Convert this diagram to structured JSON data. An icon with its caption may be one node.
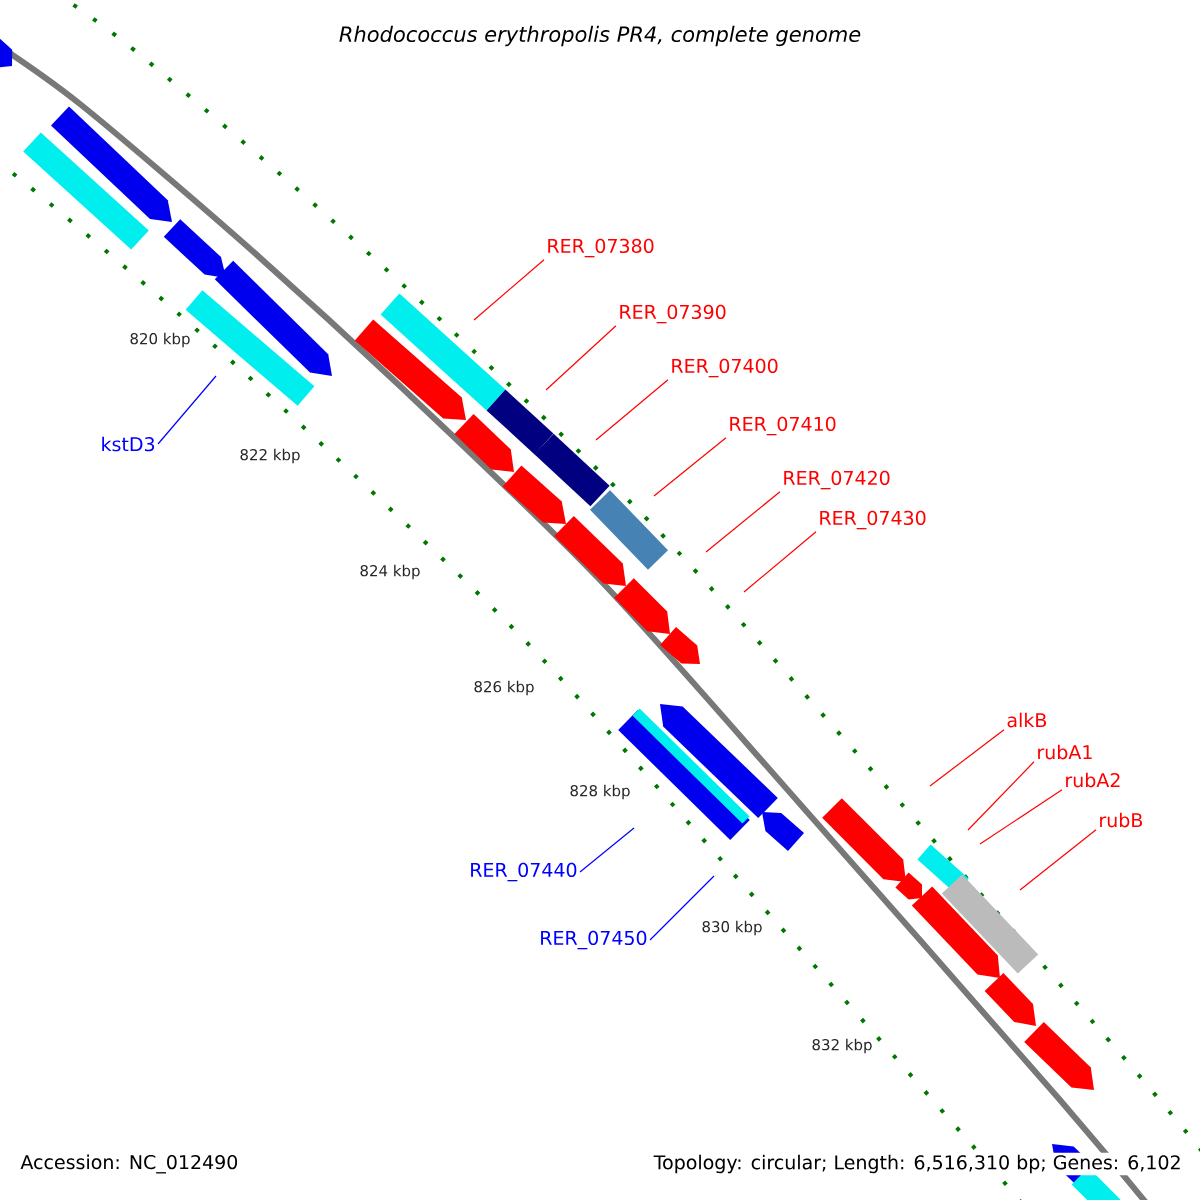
{
  "diagram": {
    "title": "Rhodococcus erythropolis PR4, complete genome",
    "nodes": [
      {
        "text": [
          "RER_07380"
        ]
      },
      {
        "text": [
          "RER_07390"
        ]
      },
      {
        "text": [
          "RER_07400"
        ]
      },
      {
        "text": [
          "RER_07410"
        ]
      },
      {
        "text": [
          "kstD3"
        ]
      },
      {
        "text": [
          "RER_07420"
        ]
      },
      {
        "text": [
          "RER_07430"
        ]
      },
      {
        "text": [
          "alkB"
        ]
      },
      {
        "text": [
          "rubA1"
        ]
      },
      {
        "text": [
          "rubA2"
        ]
      },
      {
        "text": [
          "rubB"
        ]
      },
      {
        "text": [
          "RER_07440"
        ]
      },
      {
        "text": [
          "RER_07450"
        ]
      }
    ],
    "edges": [
      {
        "from": 0,
        "to": null,
        "arrow": "none"
      },
      {
        "from": 1,
        "to": null,
        "arrow": "none"
      },
      {
        "from": 2,
        "to": null,
        "arrow": "none"
      },
      {
        "from": 3,
        "to": null,
        "arrow": "none"
      },
      {
        "from": 4,
        "to": null,
        "arrow": "none",
        "color": "#0000ff"
      },
      {
        "from": 5,
        "to": null,
        "arrow": "none"
      },
      {
        "from": 6,
        "to": null,
        "arrow": "none"
      },
      {
        "from": 7,
        "to": null,
        "arrow": "none"
      },
      {
        "from": 8,
        "to": null,
        "arrow": "none"
      },
      {
        "from": 9,
        "to": null,
        "arrow": "none"
      },
      {
        "from": 10,
        "to": null,
        "arrow": "none"
      },
      {
        "from": 11,
        "to": null,
        "arrow": "none",
        "color": "#0000ff"
      },
      {
        "from": 12,
        "to": null,
        "arrow": "none",
        "color": "#0000ff"
      }
    ],
    "labels": [
      "820 kbp",
      "822 kbp",
      "824 kbp",
      "826 kbp",
      "828 kbp",
      "830 kbp",
      "832 kbp",
      "Accession: NC_012490",
      "Topology: circular; Length: 6,516,310 bp; Genes: 6,102"
    ]
  }
}
